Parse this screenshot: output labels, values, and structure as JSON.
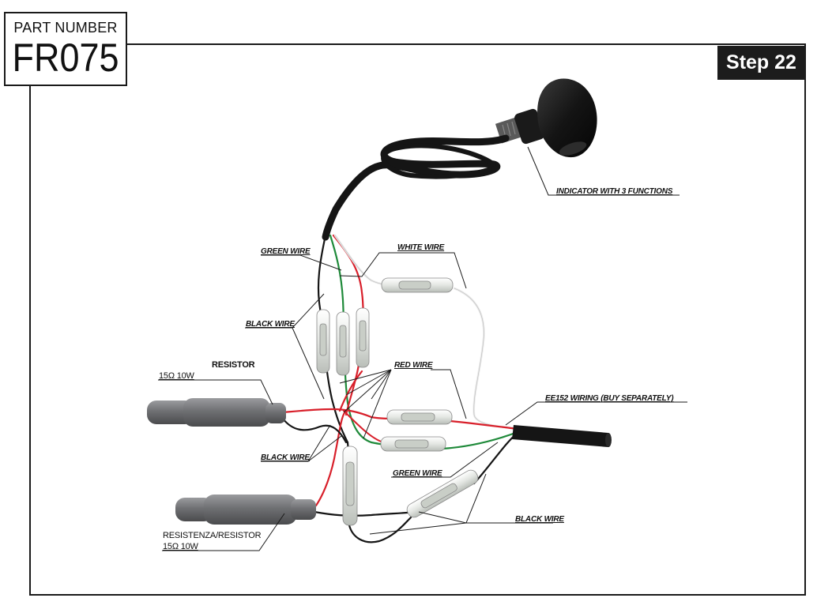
{
  "part": {
    "label": "PART NUMBER",
    "number": "FR075"
  },
  "step": "Step 22",
  "labels": {
    "indicator": "INDICATOR WITH 3 FUNCTIONS",
    "green_wire_top": "GREEN WIRE",
    "white_wire": "WHITE WIRE",
    "black_wire_left": "BLACK WIRE",
    "resistor_title": "RESISTOR",
    "resistor_rating_top": "15Ω 10W",
    "red_wire": "RED WIRE",
    "ee152": "EE152 WIRING (BUY SEPARATELY)",
    "black_wire_mid": "BLACK WIRE",
    "green_wire_bottom": "GREEN WIRE",
    "black_wire_right": "BLACK WIRE",
    "resistor_bottom": "RESISTENZA/RESISTOR",
    "resistor_rating_bottom": "15Ω 10W"
  },
  "colors": {
    "wire_red": "#d81f2a",
    "wire_green": "#1f8a3a",
    "wire_black": "#151515",
    "wire_white": "#f4f4f4",
    "resistor_body": "#6f7073",
    "connector": "#e9ece8",
    "indicator_body": "#141414"
  }
}
